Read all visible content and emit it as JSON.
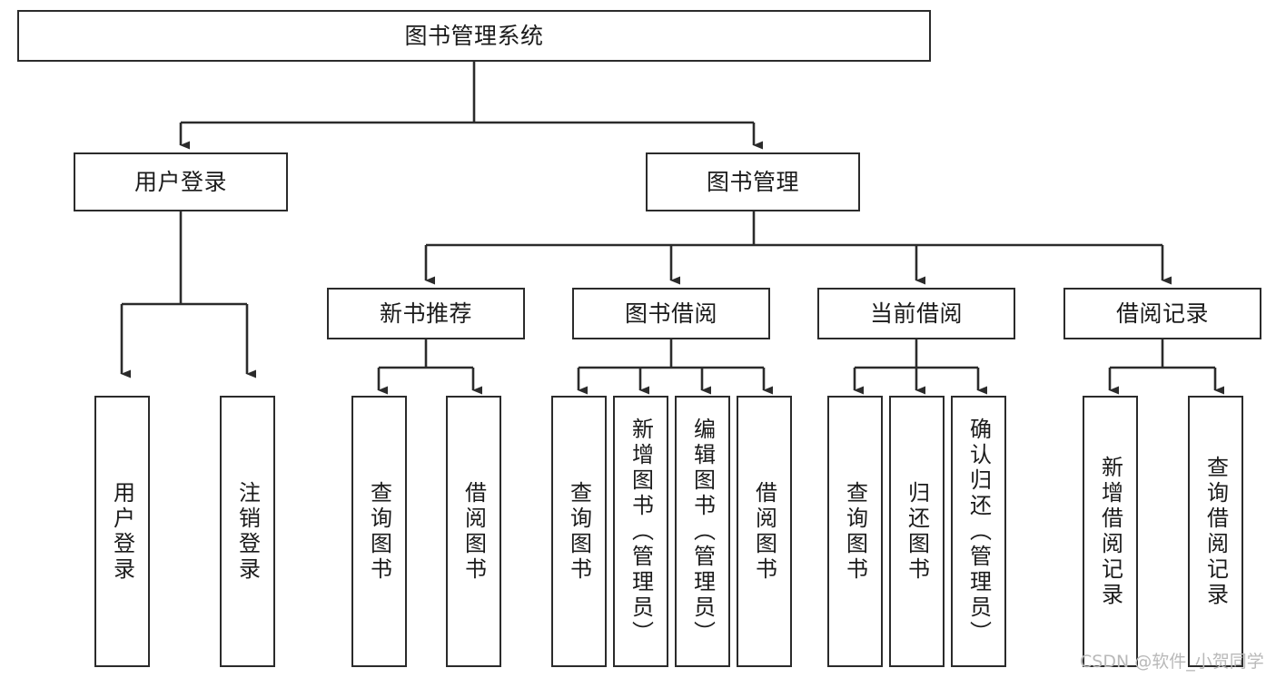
{
  "diagram": {
    "title": "图书管理系统",
    "type": "tree-hierarchy",
    "orientation": "top-down"
  },
  "nodes": {
    "root": {
      "label": "图书管理系统"
    },
    "level1": [
      {
        "id": "user-login",
        "label": "用户登录"
      },
      {
        "id": "book-manage",
        "label": "图书管理"
      }
    ],
    "level2": [
      {
        "id": "new-book-recommend",
        "label": "新书推荐"
      },
      {
        "id": "book-borrow",
        "label": "图书借阅"
      },
      {
        "id": "current-borrow",
        "label": "当前借阅"
      },
      {
        "id": "borrow-record",
        "label": "借阅记录"
      }
    ],
    "leaves": {
      "user_login": [
        {
          "id": "leaf-user-login",
          "label": "用户登录"
        },
        {
          "id": "leaf-logout",
          "label": "注销登录"
        }
      ],
      "new_book_recommend": [
        {
          "id": "leaf-query-book-1",
          "label": "查询图书"
        },
        {
          "id": "leaf-borrow-book-1",
          "label": "借阅图书"
        }
      ],
      "book_borrow": [
        {
          "id": "leaf-query-book-2",
          "label": "查询图书"
        },
        {
          "id": "leaf-add-book",
          "label": "新增图书（管理员）"
        },
        {
          "id": "leaf-edit-book",
          "label": "编辑图书（管理员）"
        },
        {
          "id": "leaf-borrow-book-2",
          "label": "借阅图书"
        }
      ],
      "current_borrow": [
        {
          "id": "leaf-query-book-3",
          "label": "查询图书"
        },
        {
          "id": "leaf-return-book",
          "label": "归还图书"
        },
        {
          "id": "leaf-confirm-return",
          "label": "确认归还（管理员）"
        }
      ],
      "borrow_record": [
        {
          "id": "leaf-add-record",
          "label": "新增借阅记录"
        },
        {
          "id": "leaf-query-record",
          "label": "查询借阅记录"
        }
      ]
    }
  },
  "watermark": {
    "text": "CSDN @软件_小贺同学"
  },
  "colors": {
    "background": "#ffffff",
    "node_border": "#2b2b2b",
    "node_fill": "#ffffff",
    "edge": "#2b2b2b",
    "text": "#1b1b1b",
    "watermark": "#b9b9b9"
  }
}
